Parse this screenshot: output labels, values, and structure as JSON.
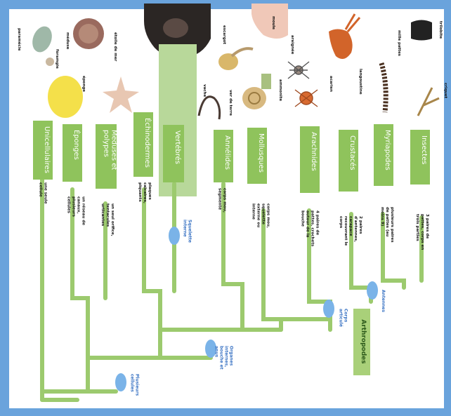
{
  "groups": [
    {
      "name": "Unicellulaires",
      "trait": "une seule cellule",
      "animals": [
        "paramécie",
        "foramgie"
      ]
    },
    {
      "name": "Éponges",
      "trait": "un réseau de canaux, plusieurs cellules",
      "animals": [
        "éponge"
      ]
    },
    {
      "name": "Méduses et polypes",
      "trait": "un seul orifice, tentacules urticantes",
      "animals": [
        "méduse",
        "étoile de mer"
      ]
    },
    {
      "name": "Échinodermes",
      "trait": "plaques calcaires, piquants",
      "animals": []
    },
    {
      "name": "Vertébrés",
      "trait": "",
      "animals": [
        "vache"
      ]
    },
    {
      "name": "Annélides",
      "trait": "corps mou, segmenté",
      "animals": [
        "ver de terre",
        "escargot"
      ]
    },
    {
      "name": "Mollusques",
      "trait": "corps mou, squelette externe ou interne",
      "animals": [
        "moule",
        "ammonite"
      ]
    },
    {
      "name": "Arachnides",
      "trait": "4 paires de pattes, crochets autour de la bouche",
      "animals": [
        "araignée",
        "acarien"
      ]
    },
    {
      "name": "Crustacés",
      "trait": "2 paires d'antennes, carapace recouvrant le corps",
      "animals": [
        "langoustine"
      ]
    },
    {
      "name": "Myriapodes",
      "trait": "plusieurs paires de pattes (au moins 9)",
      "animals": [
        "mille pattes"
      ]
    },
    {
      "name": "Insectes",
      "trait": "3 paires de pattes, corps en trois parties",
      "animals": [
        "trilobite",
        "criquet"
      ]
    }
  ],
  "nodes": [
    {
      "label": "Plusieurs cellules"
    },
    {
      "label": "Organes internes, bouche et anus"
    },
    {
      "label": "Squelette interne"
    },
    {
      "label": "Corps articulé"
    },
    {
      "label": "Antennes"
    }
  ],
  "clade": {
    "label": "Arthropodes"
  }
}
